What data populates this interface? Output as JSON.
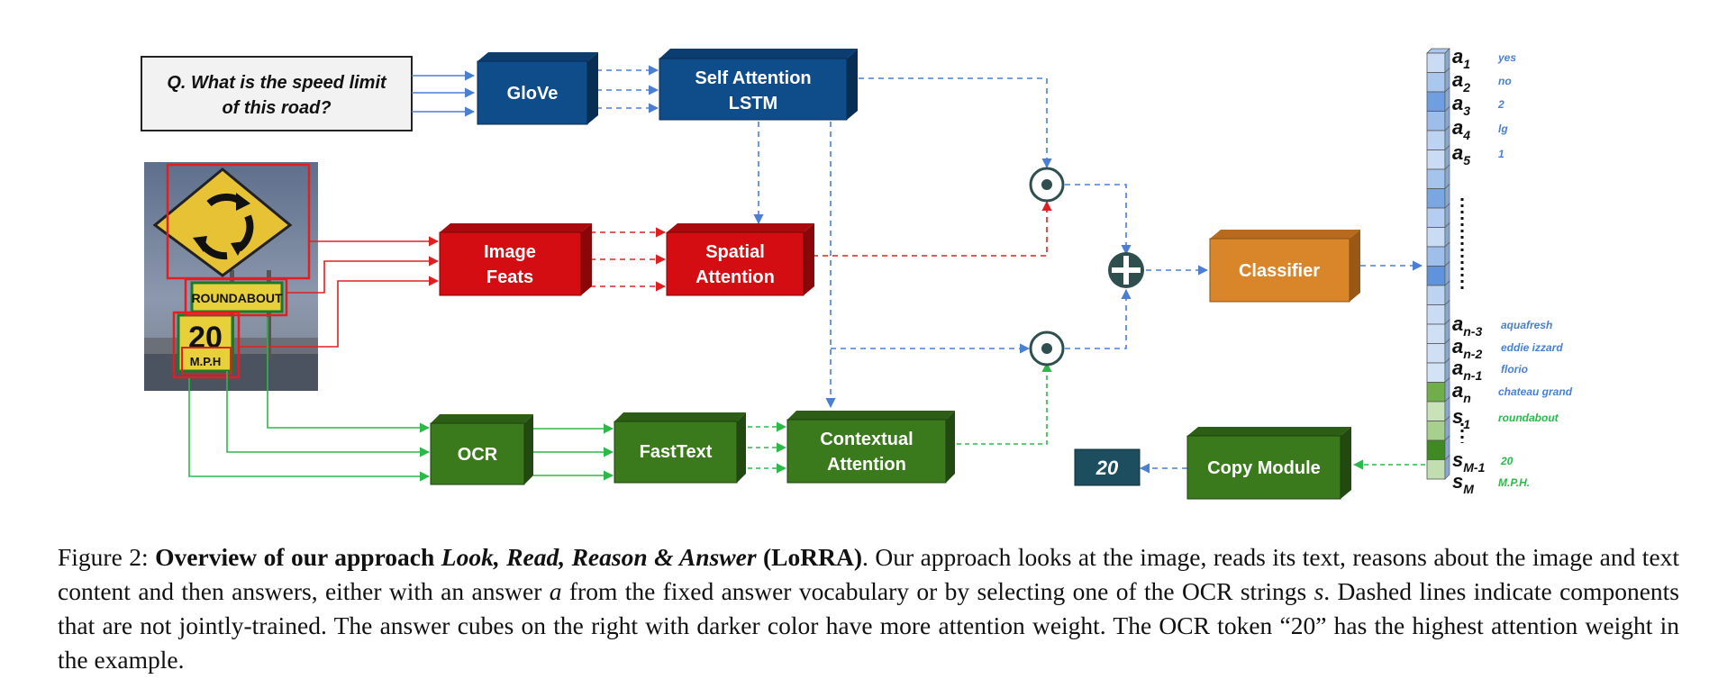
{
  "question": {
    "line1": "Q. What is the speed limit",
    "line2": "of this road?"
  },
  "image": {
    "sign_text": "ROUNDABOUT",
    "speed_number": "20",
    "speed_unit": "M.P.H"
  },
  "boxes": {
    "glove": "GloVe",
    "self_attention_line1": "Self Attention",
    "self_attention_line2": "LSTM",
    "image_feats_line1": "Image",
    "image_feats_line2": "Feats",
    "spatial_attention_line1": "Spatial",
    "spatial_attention_line2": "Attention",
    "classifier": "Classifier",
    "ocr": "OCR",
    "fasttext": "FastText",
    "contextual_attention_line1": "Contextual",
    "contextual_attention_line2": "Attention",
    "copy_module": "Copy Module",
    "answer_output": "20"
  },
  "answers": [
    {
      "base": "a",
      "sub": "1",
      "word": "yes"
    },
    {
      "base": "a",
      "sub": "2",
      "word": "no"
    },
    {
      "base": "a",
      "sub": "3",
      "word": "2"
    },
    {
      "base": "a",
      "sub": "4",
      "word": "lg"
    },
    {
      "base": "a",
      "sub": "5",
      "word": "1"
    },
    {
      "base": "a",
      "sub": "n-3",
      "word": "aquafresh"
    },
    {
      "base": "a",
      "sub": "n-2",
      "word": "eddie izzard"
    },
    {
      "base": "a",
      "sub": "n-1",
      "word": "florio"
    },
    {
      "base": "a",
      "sub": "n",
      "word": "chateau grand"
    },
    {
      "base": "s",
      "sub": "1",
      "word": "roundabout"
    },
    {
      "base": "s",
      "sub": "M-1",
      "word": "20"
    },
    {
      "base": "s",
      "sub": "M",
      "word": "M.P.H."
    }
  ],
  "caption": {
    "figure_label": "Figure 2:",
    "bold_title": "Overview of our approach",
    "italic_title": "Look, Read, Reason & Answer",
    "acronym": "(LoRRA)",
    "text_part1": ". Our approach looks at the image, reads its text, reasons about the image and text content and then answers, either with an answer",
    "var_a": "a",
    "text_part2": "from the fixed answer vocabulary or by selecting one of the OCR strings",
    "var_s": "s",
    "text_part3": ". Dashed lines indicate components that are not jointly-trained. The answer cubes on the right with darker color have more attention weight. The OCR token “20” has the highest attention weight in the example."
  },
  "colors": {
    "blue": "#0f4c8a",
    "red": "#d40d12",
    "green": "#3a7a1c",
    "orange": "#d9862b",
    "teal": "#1d4e5f",
    "arrow_blue": "#4a7fd4",
    "arrow_red": "#e02020",
    "arrow_green": "#2db84a",
    "answer_blue_text": "#4a7fd4",
    "answer_green_text": "#2db84a"
  }
}
